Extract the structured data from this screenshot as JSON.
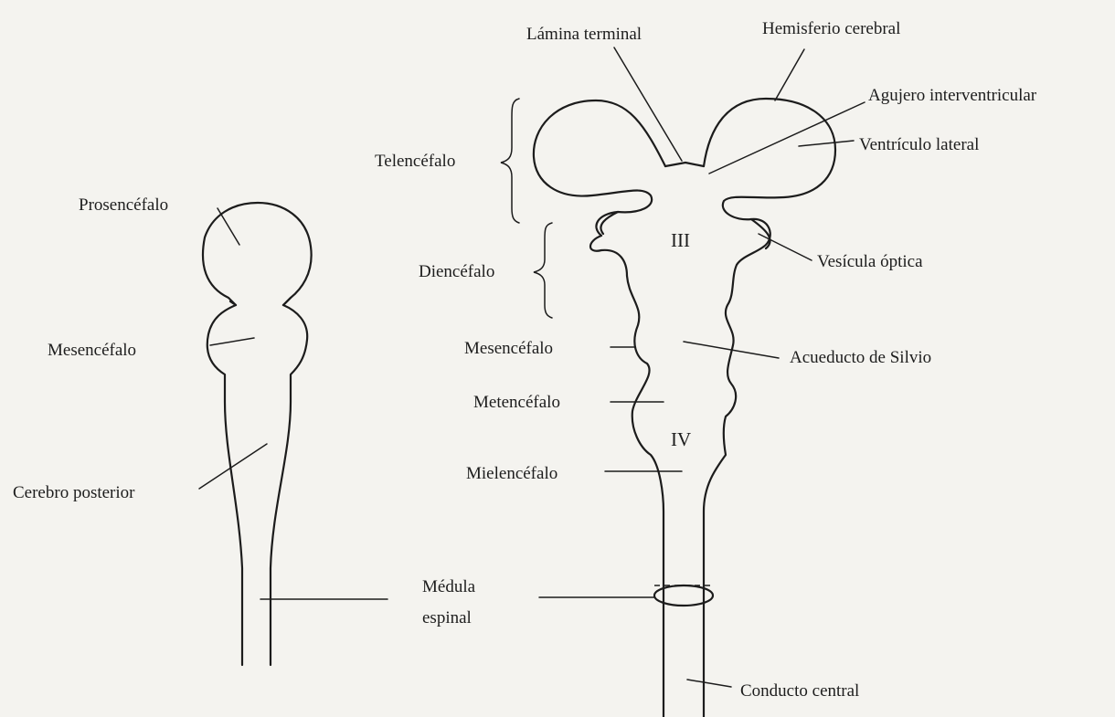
{
  "labels": {
    "prosencefalo": "Prosencéfalo",
    "mesencefalo_left": "Mesencéfalo",
    "cerebro_posterior": "Cerebro posterior",
    "lamina_terminal": "Lámina terminal",
    "hemisferio_cerebral": "Hemisferio cerebral",
    "agujero_interventricular": "Agujero interventricular",
    "ventriculo_lateral": "Ventrículo lateral",
    "telencefalo": "Telencéfalo",
    "diencefalo": "Diencéfalo",
    "vesicula_optica": "Vesícula óptica",
    "ventricle_iii": "III",
    "mesencefalo_right": "Mesencéfalo",
    "acueducto_silvio": "Acueducto de Silvio",
    "metencefalo": "Metencéfalo",
    "ventricle_iv": "IV",
    "mielencefalo": "Mielencéfalo",
    "medula_line1": "Médula",
    "medula_line2": "espinal",
    "conducto_central": "Conducto central"
  },
  "colors": {
    "ink": "#1c1c1c",
    "paper": "#f4f3ef"
  }
}
